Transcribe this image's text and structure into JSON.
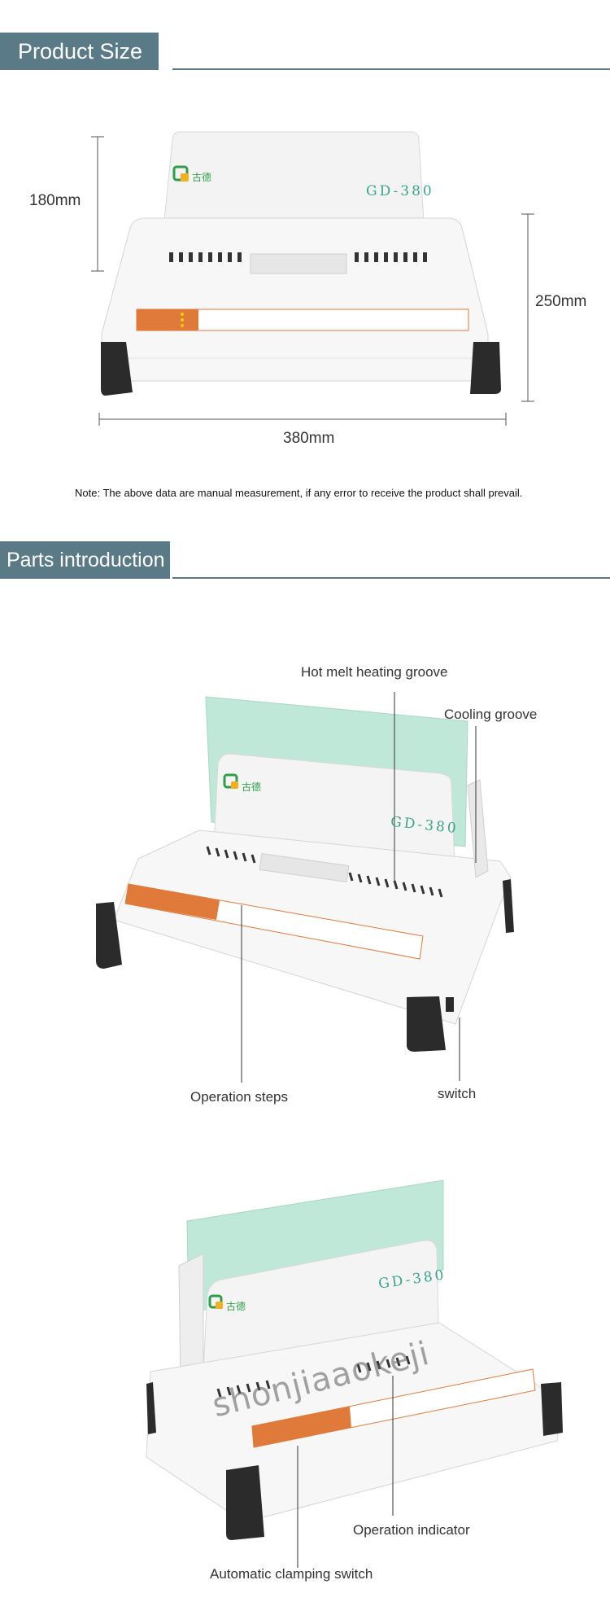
{
  "section_product_size": {
    "title": "Product Size",
    "dim_height_small": "180mm",
    "dim_height_total": "250mm",
    "dim_width": "380mm",
    "model": "GD-380",
    "note": "Note: The above data are manual measurement, if any error to receive the product shall prevail."
  },
  "section_parts": {
    "title": "Parts introduction",
    "model": "GD-380",
    "callouts": {
      "hot_melt": "Hot melt heating groove",
      "cooling": "Cooling groove",
      "operation_steps": "Operation steps",
      "switch": "switch",
      "operation_indicator": "Operation indicator",
      "auto_clamp": "Automatic clamping switch"
    },
    "watermark": "shonjiaaokeji"
  },
  "colors": {
    "header": "#5b7a87",
    "accent_orange": "#e07a3a",
    "brand_green": "#2e9e4a",
    "foot": "#2b2b2b"
  }
}
